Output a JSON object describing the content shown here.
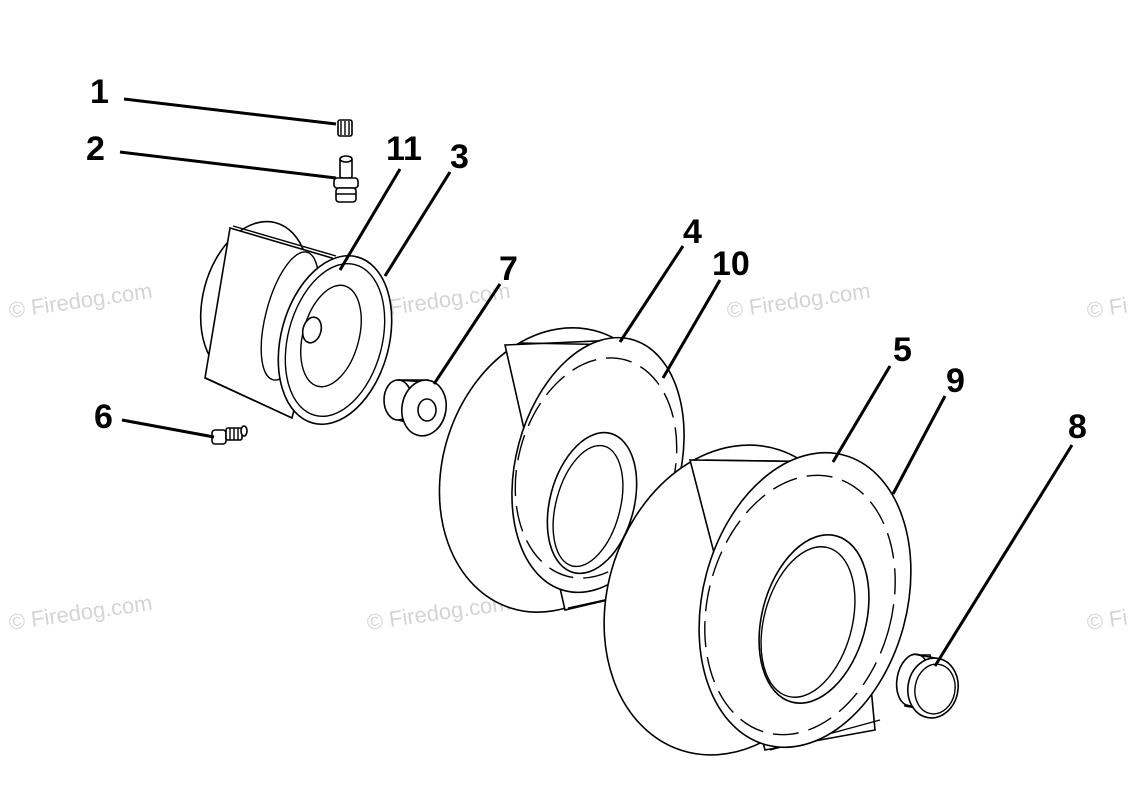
{
  "watermark": {
    "text": "© Firedog.com",
    "text_partial": "© Fi"
  },
  "callouts": {
    "c1": "1",
    "c2": "2",
    "c3": "3",
    "c4": "4",
    "c5": "5",
    "c6": "6",
    "c7": "7",
    "c8": "8",
    "c9": "9",
    "c10": "10",
    "c11": "11"
  }
}
